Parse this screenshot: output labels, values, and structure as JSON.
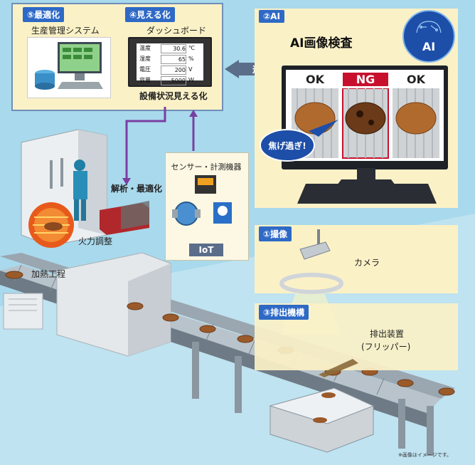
{
  "panels": {
    "optimize": {
      "tag": "⑤最適化",
      "title": "生産管理システム"
    },
    "visualize": {
      "tag": "④見える化",
      "title": "ダッシュボード",
      "caption": "設備状況見える化"
    },
    "ai": {
      "tag": "②AI",
      "heading": "AI画像検査",
      "logo": "AI"
    },
    "capture": {
      "tag": "①撮像",
      "camera_label": "カメラ"
    },
    "eject": {
      "tag": "③排出機構",
      "device_label_1": "排出装置",
      "device_label_2": "(フリッパー)"
    }
  },
  "dashboard": {
    "rows": [
      {
        "label": "温度",
        "value": "30.6",
        "unit": "℃"
      },
      {
        "label": "湿度",
        "value": "65",
        "unit": "%"
      },
      {
        "label": "電圧",
        "value": "200",
        "unit": "V"
      },
      {
        "label": "容量",
        "value": "5000",
        "unit": "W"
      }
    ]
  },
  "inspection": {
    "results": [
      "OK",
      "NG",
      "OK"
    ],
    "bubble": "焦げ過ぎ!"
  },
  "connector": {
    "label": "連携"
  },
  "sensor": {
    "title": "センサー・計測機器",
    "badge": "IoT"
  },
  "factory": {
    "analysis_label": "解析・最適化",
    "heat_label": "火力調整",
    "process_label": "加熱工程"
  },
  "footnote": "※画像はイメージです。",
  "colors": {
    "background": "#a9d9ec",
    "panel": "#fbf1c7",
    "tag": "#2e69c6",
    "ng": "#c8102e",
    "arrow": "#7a3ea1",
    "connector": "#5a6e8a"
  }
}
